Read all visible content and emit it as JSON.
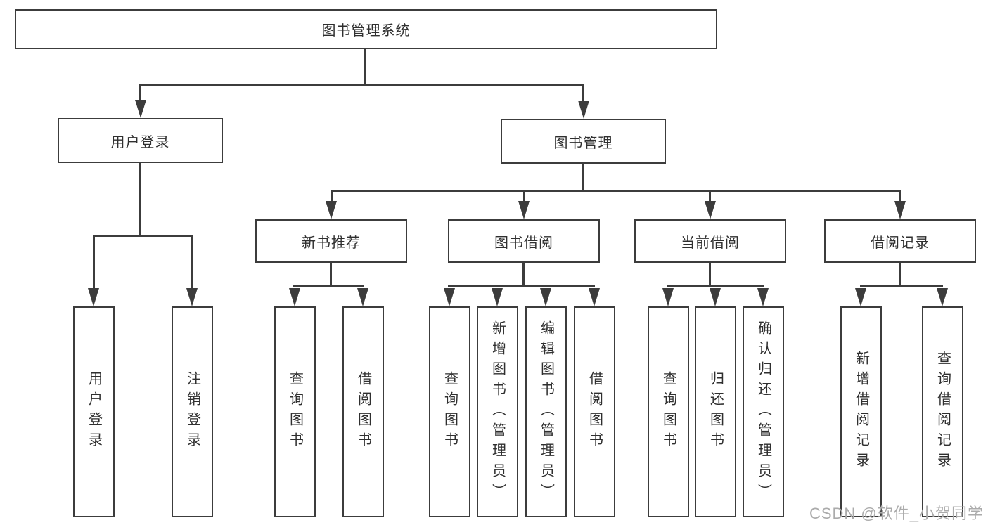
{
  "colors": {
    "line": "#3c3c3c",
    "text": "#2f2f2f",
    "watermark_color": "#ababab",
    "background": "#ffffff"
  },
  "watermark": {
    "text": "CSDN @软件_小贺同学"
  },
  "tree": {
    "label": "图书管理系统",
    "children": [
      {
        "label": "用户登录",
        "children": [
          {
            "label": "用户登录"
          },
          {
            "label": "注销登录"
          }
        ]
      },
      {
        "label": "图书管理",
        "children": [
          {
            "label": "新书推荐",
            "children": [
              {
                "label": "查询图书"
              },
              {
                "label": "借阅图书"
              }
            ]
          },
          {
            "label": "图书借阅",
            "children": [
              {
                "label": "查询图书"
              },
              {
                "label": "新增图书（管理员）"
              },
              {
                "label": "编辑图书（管理员）"
              },
              {
                "label": "借阅图书"
              }
            ]
          },
          {
            "label": "当前借阅",
            "children": [
              {
                "label": "查询图书"
              },
              {
                "label": "归还图书"
              },
              {
                "label": "确认归还（管理员）"
              }
            ]
          },
          {
            "label": "借阅记录",
            "children": [
              {
                "label": "新增借阅记录"
              },
              {
                "label": "查询借阅记录"
              }
            ]
          }
        ]
      }
    ]
  }
}
